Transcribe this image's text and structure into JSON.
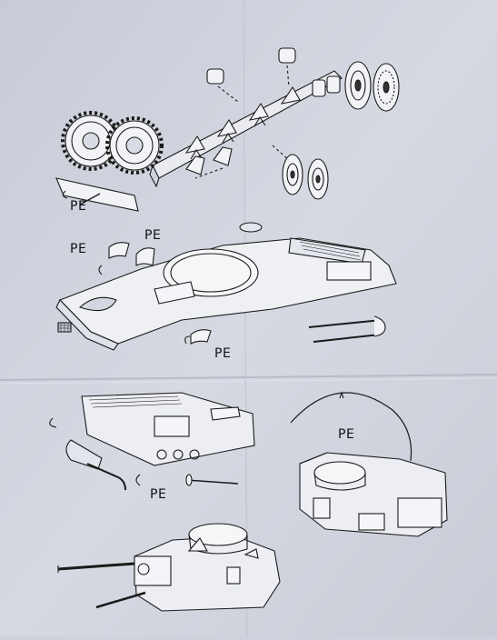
{
  "labels": {
    "pe1": "PE",
    "pe2": "PE",
    "pe3": "PE",
    "pe4": "PE",
    "pe5": "PE",
    "pe6": "PE"
  },
  "colors": {
    "paper": "#cfd2dc",
    "ink": "#1a1a1a",
    "fold": "#bfc3cf"
  }
}
